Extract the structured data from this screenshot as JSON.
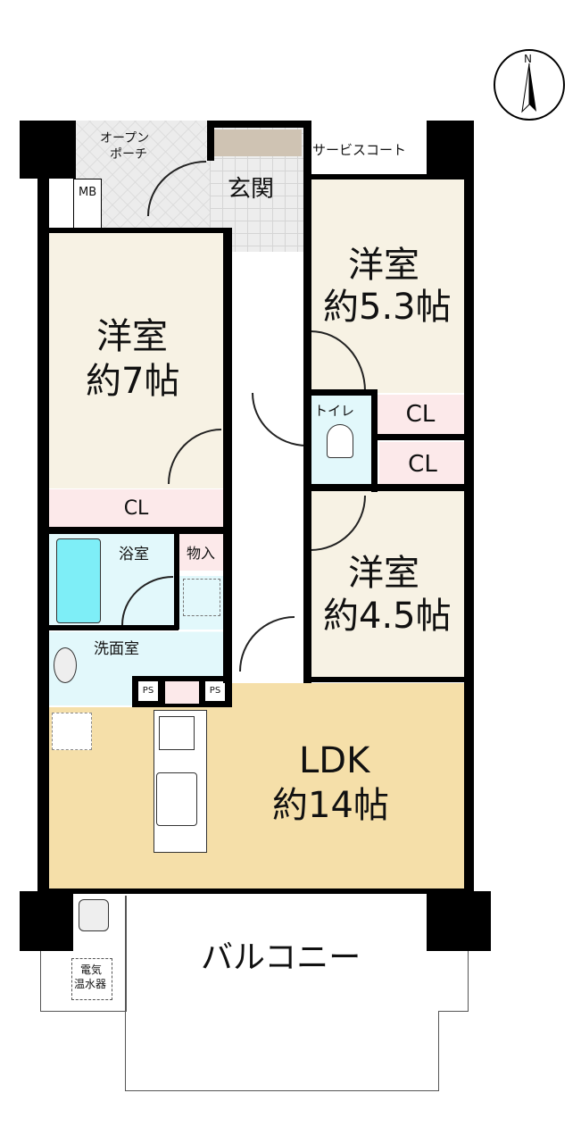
{
  "rooms": {
    "open_porch": "オープン\nポーチ",
    "open_porch_l1": "オープン",
    "open_porch_l2": "ポーチ",
    "mb": "MB",
    "entrance": "玄関",
    "service_court": "サービスコート",
    "western_7": {
      "name": "洋室",
      "size": "約7帖"
    },
    "western_53": {
      "name": "洋室",
      "size": "約5.3帖"
    },
    "western_45": {
      "name": "洋室",
      "size": "約4.5帖"
    },
    "closet": "CL",
    "toilet": "トイレ",
    "bathroom": "浴室",
    "storage": "物入",
    "washroom": "洗面室",
    "ps": "PS",
    "ldk": {
      "name": "LDK",
      "size": "約14帖"
    },
    "balcony": "バルコニー",
    "water_heater_l1": "電気",
    "water_heater_l2": "温水器"
  },
  "compass": {
    "label": "N"
  },
  "colors": {
    "room": "#f7f2e4",
    "ldk": "#f5dfa9",
    "closet": "#fce9ea",
    "wet": "#e2f8fb",
    "tub": "#7eeef7",
    "porch": "#ececec",
    "entrance_mat": "#cfc3b3"
  }
}
